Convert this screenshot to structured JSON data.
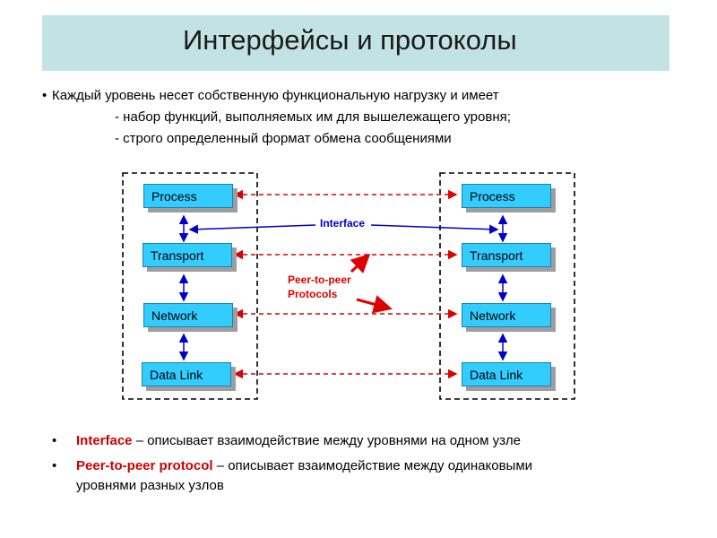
{
  "slide": {
    "title": "Интерфейсы и протоколы",
    "intro": {
      "line1": "Каждый уровень несет собственную функциональную нагрузку и имеет",
      "line2": "- набор функций, выполняемых им для вышележащего уровня;",
      "line3": "- строго определенный формат обмена сообщениями"
    }
  },
  "diagram": {
    "left_stack": [
      "Process",
      "Transport",
      "Network",
      "Data Link"
    ],
    "right_stack": [
      "Process",
      "Transport",
      "Network",
      "Data Link"
    ],
    "interface_label": "Interface",
    "peer_label_line1": "Peer-to-peer",
    "peer_label_line2": "Protocols"
  },
  "bottom": {
    "item1_term": "Interface",
    "item1_text": " – описывает взаимодействие между уровнями на одном узле",
    "item2_term": "Peer-to-peer protocol",
    "item2_text": " – описывает взаимодействие между одинаковыми",
    "item2_line2": "уровнями разных узлов"
  },
  "colors": {
    "title_bg": "#c3e2e3",
    "layer_fill": "#33ccff",
    "interface_arrow": "#0000cc",
    "peer_arrow": "#dd0000"
  }
}
